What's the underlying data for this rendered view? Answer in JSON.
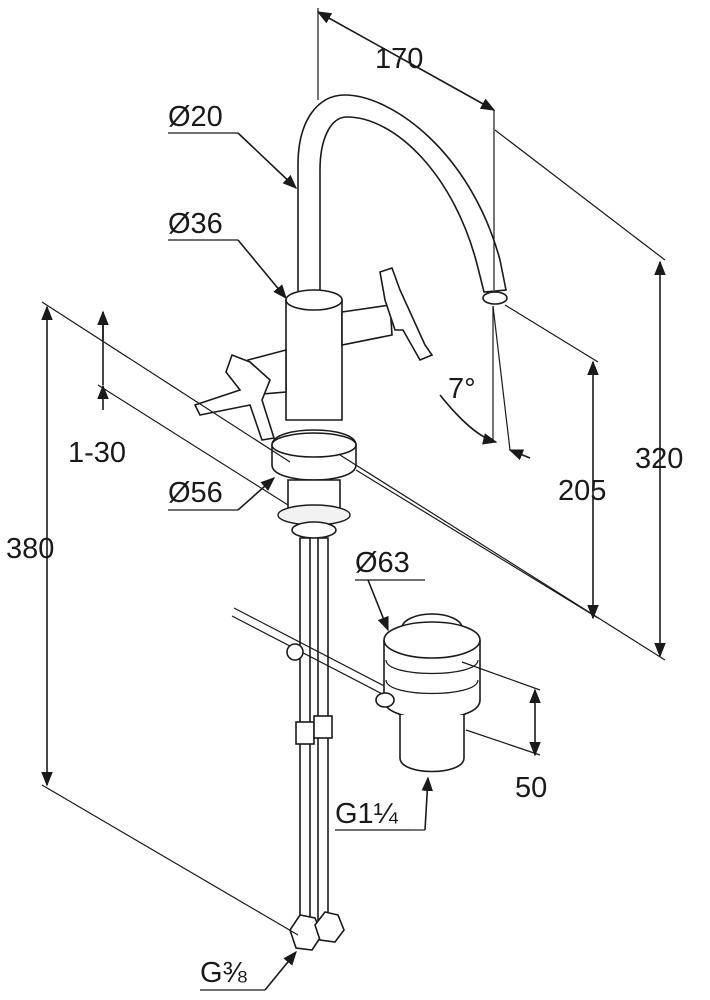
{
  "dimensions": {
    "spout_reach": "170",
    "spout_diameter": "Ø20",
    "body_diameter": "Ø36",
    "angle": "7°",
    "clamping_range": "1-30",
    "base_diameter": "Ø56",
    "total_height": "380",
    "spout_height": "205",
    "overall_height": "320",
    "waste_diameter": "Ø63",
    "waste_height": "50",
    "waste_thread": "G1¼",
    "supply_thread": "G⅜"
  }
}
